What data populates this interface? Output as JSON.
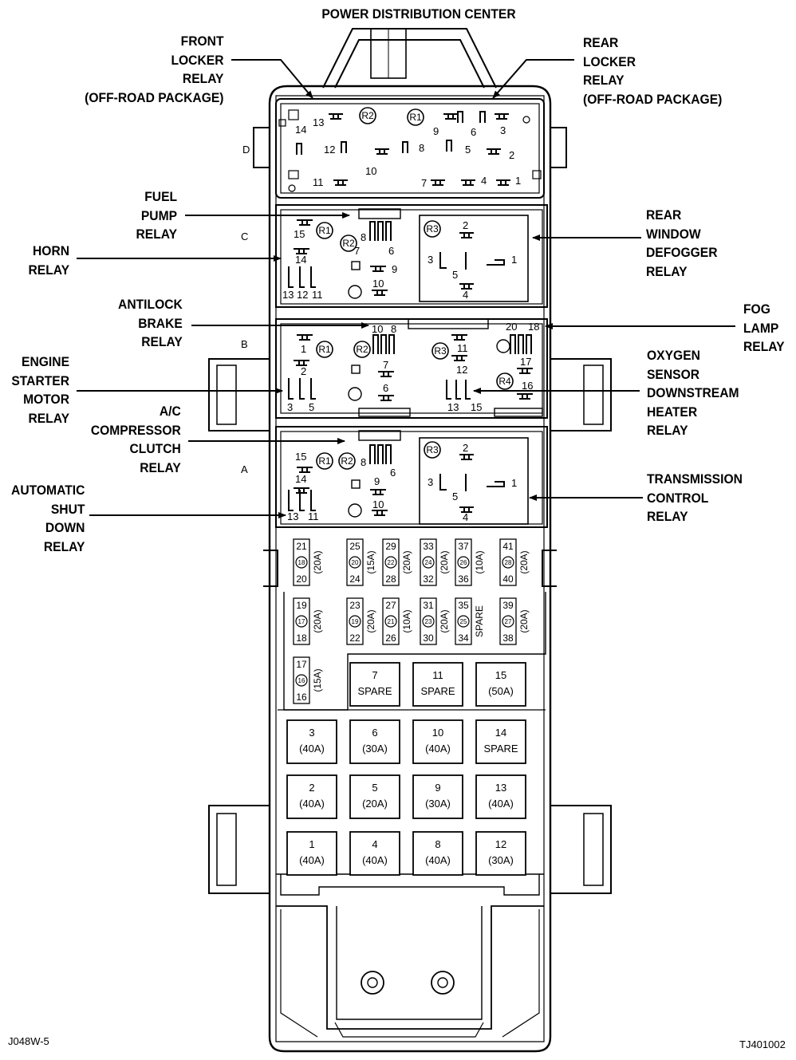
{
  "title": "POWER DISTRIBUTION CENTER",
  "figure_code_left": "J048W-5",
  "figure_code_right": "TJ401002",
  "callouts": {
    "front_locker_relay": [
      "FRONT",
      "LOCKER",
      "RELAY",
      "(OFF-ROAD PACKAGE)"
    ],
    "rear_locker_relay": [
      "REAR",
      "LOCKER",
      "RELAY",
      "(OFF-ROAD PACKAGE)"
    ],
    "fuel_pump_relay": [
      "FUEL",
      "PUMP",
      "RELAY"
    ],
    "horn_relay": [
      "HORN",
      "RELAY"
    ],
    "rear_window_defogger_relay": [
      "REAR",
      "WINDOW",
      "DEFOGGER",
      "RELAY"
    ],
    "antilock_brake_relay": [
      "ANTILOCK",
      "BRAKE",
      "RELAY"
    ],
    "fog_lamp_relay": [
      "FOG",
      "LAMP",
      "RELAY"
    ],
    "engine_starter_motor_relay": [
      "ENGINE",
      "STARTER",
      "MOTOR",
      "RELAY"
    ],
    "oxygen_sensor_heater_relay": [
      "OXYGEN",
      "SENSOR",
      "DOWNSTREAM",
      "HEATER",
      "RELAY"
    ],
    "ac_compressor_clutch_relay": [
      "A/C",
      "COMPRESSOR",
      "CLUTCH",
      "RELAY"
    ],
    "transmission_control_relay": [
      "TRANSMISSION",
      "CONTROL",
      "RELAY"
    ],
    "automatic_shut_down_relay": [
      "AUTOMATIC",
      "SHUT",
      "DOWN",
      "RELAY"
    ]
  },
  "row_letters": [
    "D",
    "C",
    "B",
    "A"
  ],
  "relay_markers": {
    "r1": "R1",
    "r2": "R2",
    "r3": "R3",
    "r4": "R4"
  },
  "section_d_pins": [
    "14",
    "13",
    "12",
    "11",
    "10",
    "9",
    "8",
    "7",
    "6",
    "5",
    "4",
    "3",
    "2",
    "1"
  ],
  "section_c_pins": [
    "15",
    "14",
    "8",
    "7",
    "6",
    "9",
    "10",
    "13",
    "12",
    "11",
    "2",
    "3",
    "5",
    "1",
    "4"
  ],
  "section_b_pins": [
    "1",
    "2",
    "3",
    "5",
    "10",
    "8",
    "7",
    "6",
    "11",
    "12",
    "13",
    "15",
    "20",
    "18",
    "17",
    "16"
  ],
  "section_a_pins": [
    "15",
    "14",
    "8",
    "6",
    "9",
    "10",
    "13",
    "11",
    "2",
    "3",
    "5",
    "1",
    "4"
  ],
  "mini_fuses": [
    {
      "id": "21",
      "num": "18",
      "pin": "20",
      "rating": "(20A)"
    },
    {
      "id": "25",
      "num": "20",
      "pin": "24",
      "rating": "(15A)"
    },
    {
      "id": "29",
      "num": "22",
      "pin": "28",
      "rating": "(20A)"
    },
    {
      "id": "33",
      "num": "24",
      "pin": "32",
      "rating": "(20A)"
    },
    {
      "id": "37",
      "num": "26",
      "pin": "36",
      "rating": "(10A)"
    },
    {
      "id": "41",
      "num": "28",
      "pin": "40",
      "rating": "(20A)"
    },
    {
      "id": "19",
      "num": "17",
      "pin": "18",
      "rating": "(20A)"
    },
    {
      "id": "23",
      "num": "19",
      "pin": "22",
      "rating": "(20A)"
    },
    {
      "id": "27",
      "num": "21",
      "pin": "26",
      "rating": "(10A)"
    },
    {
      "id": "31",
      "num": "23",
      "pin": "30",
      "rating": "(20A)"
    },
    {
      "id": "35",
      "num": "25",
      "pin": "34",
      "rating": "SPARE"
    },
    {
      "id": "39",
      "num": "27",
      "pin": "38",
      "rating": "(20A)"
    },
    {
      "id": "17",
      "num": "16",
      "pin": "16",
      "rating": "(15A)"
    }
  ],
  "maxi_fuses": [
    {
      "num": "7",
      "rating": "SPARE"
    },
    {
      "num": "11",
      "rating": "SPARE"
    },
    {
      "num": "15",
      "rating": "(50A)"
    },
    {
      "num": "3",
      "rating": "(40A)"
    },
    {
      "num": "6",
      "rating": "(30A)"
    },
    {
      "num": "10",
      "rating": "(40A)"
    },
    {
      "num": "14",
      "rating": "SPARE"
    },
    {
      "num": "2",
      "rating": "(40A)"
    },
    {
      "num": "5",
      "rating": "(20A)"
    },
    {
      "num": "9",
      "rating": "(30A)"
    },
    {
      "num": "13",
      "rating": "(40A)"
    },
    {
      "num": "1",
      "rating": "(40A)"
    },
    {
      "num": "4",
      "rating": "(40A)"
    },
    {
      "num": "8",
      "rating": "(40A)"
    },
    {
      "num": "12",
      "rating": "(30A)"
    }
  ]
}
